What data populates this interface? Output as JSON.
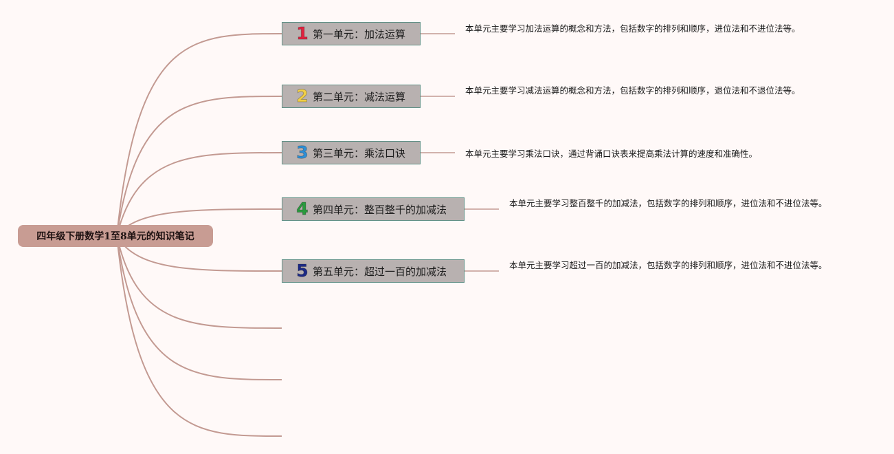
{
  "central_topic": "四年级下册数学1至8单元的知识笔记",
  "branch_color": "#c39a92",
  "units": [
    {
      "number": "1",
      "number_color": "#e0233f",
      "title": "第一单元：加法运算",
      "description": "本单元主要学习加法运算的概念和方法，包括数字的排列和顺序，进位法和不进位法等。"
    },
    {
      "number": "2",
      "number_color": "#f1cf45",
      "title": "第二单元：减法运算",
      "description": "本单元主要学习减法运算的概念和方法，包括数字的排列和顺序，退位法和不退位法等。"
    },
    {
      "number": "3",
      "number_color": "#2e8fd6",
      "title": "第三单元：乘法口诀",
      "description": "本单元主要学习乘法口诀，通过背诵口诀表来提高乘法计算的速度和准确性。"
    },
    {
      "number": "4",
      "number_color": "#2a9a3e",
      "title": "第四单元：整百整千的加减法",
      "description": "本单元主要学习整百整千的加减法，包括数字的排列和顺序，进位法和不进位法等。"
    },
    {
      "number": "5",
      "number_color": "#1c2a86",
      "title": "第五单元：超过一百的加减法",
      "description": "本单元主要学习超过一百的加减法，包括数字的排列和顺序，进位法和不进位法等。"
    }
  ]
}
